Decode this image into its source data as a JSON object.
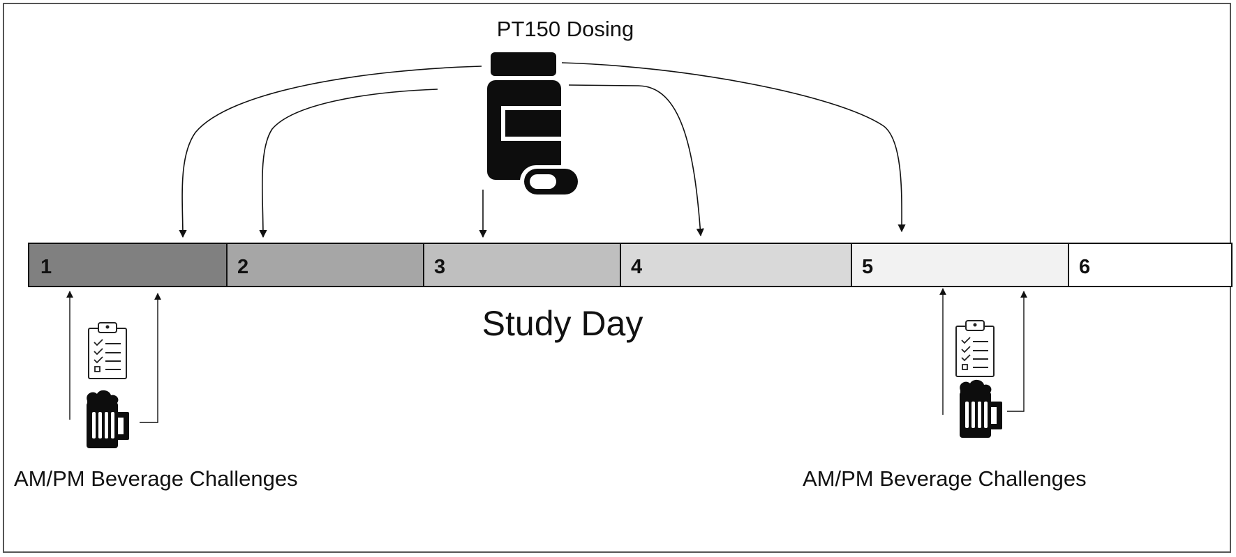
{
  "title": "PT150 Dosing",
  "axis_label": "Study Day",
  "days": [
    {
      "label": "1",
      "color": "#808080"
    },
    {
      "label": "2",
      "color": "#a6a6a6"
    },
    {
      "label": "3",
      "color": "#bfbfbf"
    },
    {
      "label": "4",
      "color": "#d9d9d9"
    },
    {
      "label": "5",
      "color": "#f2f2f2"
    },
    {
      "label": "6",
      "color": "#ffffff"
    }
  ],
  "dosing_days": [
    "1",
    "2",
    "3",
    "4",
    "5"
  ],
  "challenges": [
    {
      "label": "AM/PM Beverage Challenges",
      "day": "1",
      "icons": [
        "clipboard-checklist-icon",
        "beer-mug-icon"
      ]
    },
    {
      "label": "AM/PM Beverage Challenges",
      "day": "5",
      "icons": [
        "clipboard-checklist-icon",
        "beer-mug-icon"
      ]
    }
  ],
  "icons": {
    "dosing": "pill-bottle-icon"
  }
}
